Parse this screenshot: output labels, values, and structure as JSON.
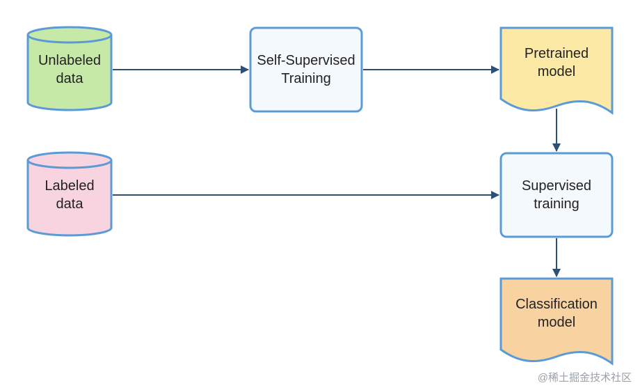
{
  "nodes": {
    "unlabeled": {
      "lines": [
        "Unlabeled",
        "data"
      ],
      "fill": "#c6e9a8"
    },
    "ssl": {
      "lines": [
        "Self-Supervised",
        "Training"
      ],
      "fill": "#f4f9fe"
    },
    "pretrained": {
      "lines": [
        "Pretrained",
        "model"
      ],
      "fill": "#fde9a6"
    },
    "labeled": {
      "lines": [
        "Labeled",
        "data"
      ],
      "fill": "#f8d3e0"
    },
    "supervised": {
      "lines": [
        "Supervised",
        "training"
      ],
      "fill": "#f4f9fe"
    },
    "classification": {
      "lines": [
        "Classification",
        "model"
      ],
      "fill": "#f9d2a2"
    }
  },
  "edges": [
    {
      "from": "unlabeled",
      "to": "ssl"
    },
    {
      "from": "ssl",
      "to": "pretrained"
    },
    {
      "from": "pretrained",
      "to": "supervised"
    },
    {
      "from": "labeled",
      "to": "supervised"
    },
    {
      "from": "supervised",
      "to": "classification"
    }
  ],
  "colors": {
    "stroke": "#5b9bd5",
    "arrow": "#2d4f73"
  },
  "watermark": "@稀土掘金技术社区"
}
